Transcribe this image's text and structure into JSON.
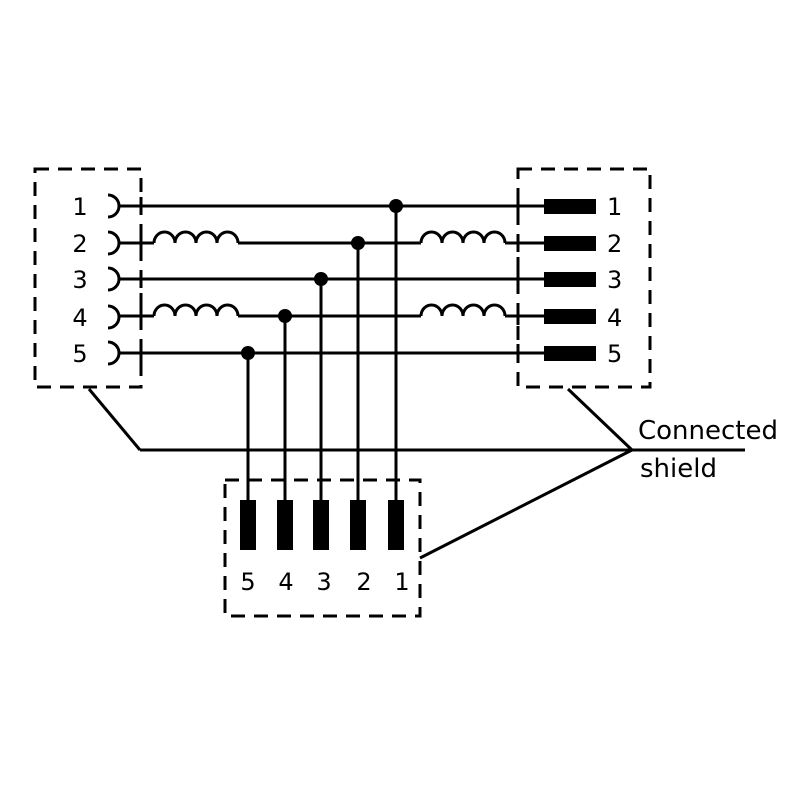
{
  "left_connector": {
    "pins": [
      "1",
      "2",
      "3",
      "4",
      "5"
    ]
  },
  "right_connector": {
    "pins": [
      "1",
      "2",
      "3",
      "4",
      "5"
    ]
  },
  "bottom_connector": {
    "pins": [
      "5",
      "4",
      "3",
      "2",
      "1"
    ]
  },
  "shield_label": {
    "line1": "Connected",
    "line2": "shield"
  }
}
